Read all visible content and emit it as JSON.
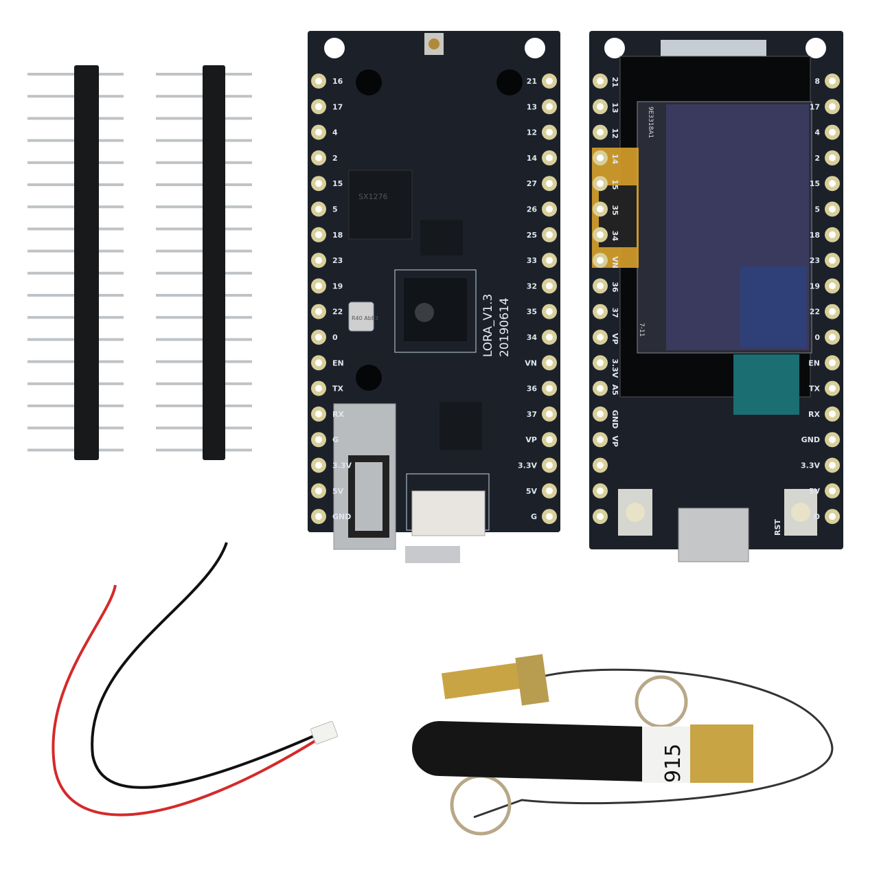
{
  "board_main": {
    "version_label": "LORA_V1.3",
    "date_label": "20190614",
    "crystal_label": "R40 AbE3",
    "lora_chip_label": "SX1276",
    "left_pins": [
      "16",
      "17",
      "4",
      "2",
      "15",
      "5",
      "18",
      "23",
      "19",
      "22",
      "0",
      "EN",
      "TX",
      "RX",
      "G",
      "3.3V",
      "5V",
      "GND"
    ],
    "right_pins": [
      "21",
      "13",
      "12",
      "14",
      "27",
      "26",
      "25",
      "33",
      "32",
      "35",
      "34",
      "VN",
      "36",
      "37",
      "VP",
      "3.3V",
      "5V",
      "G"
    ]
  },
  "board_oled": {
    "display_code": "9E3318A1",
    "display_date": "7-11",
    "left_pins": [
      "21",
      "13",
      "12",
      "14",
      "15",
      "35",
      "34",
      "VN",
      "36",
      "37",
      "VP",
      "3.3V",
      "A5",
      "GND",
      "VP"
    ],
    "right_pins": [
      "8",
      "17",
      "4",
      "2",
      "15",
      "5",
      "18",
      "23",
      "19",
      "22",
      "0",
      "EN",
      "TX",
      "RX",
      "GND",
      "3.3V",
      "5V",
      "O"
    ],
    "button_label": "RST"
  },
  "antenna": {
    "frequency_label": "915"
  },
  "colors": {
    "pcb": "#1c2129",
    "pad": "#d8cf9a",
    "gold": "#c9a445",
    "oled": "#3a3a5e",
    "wire_red": "#d42a2a",
    "wire_black": "#111111"
  }
}
